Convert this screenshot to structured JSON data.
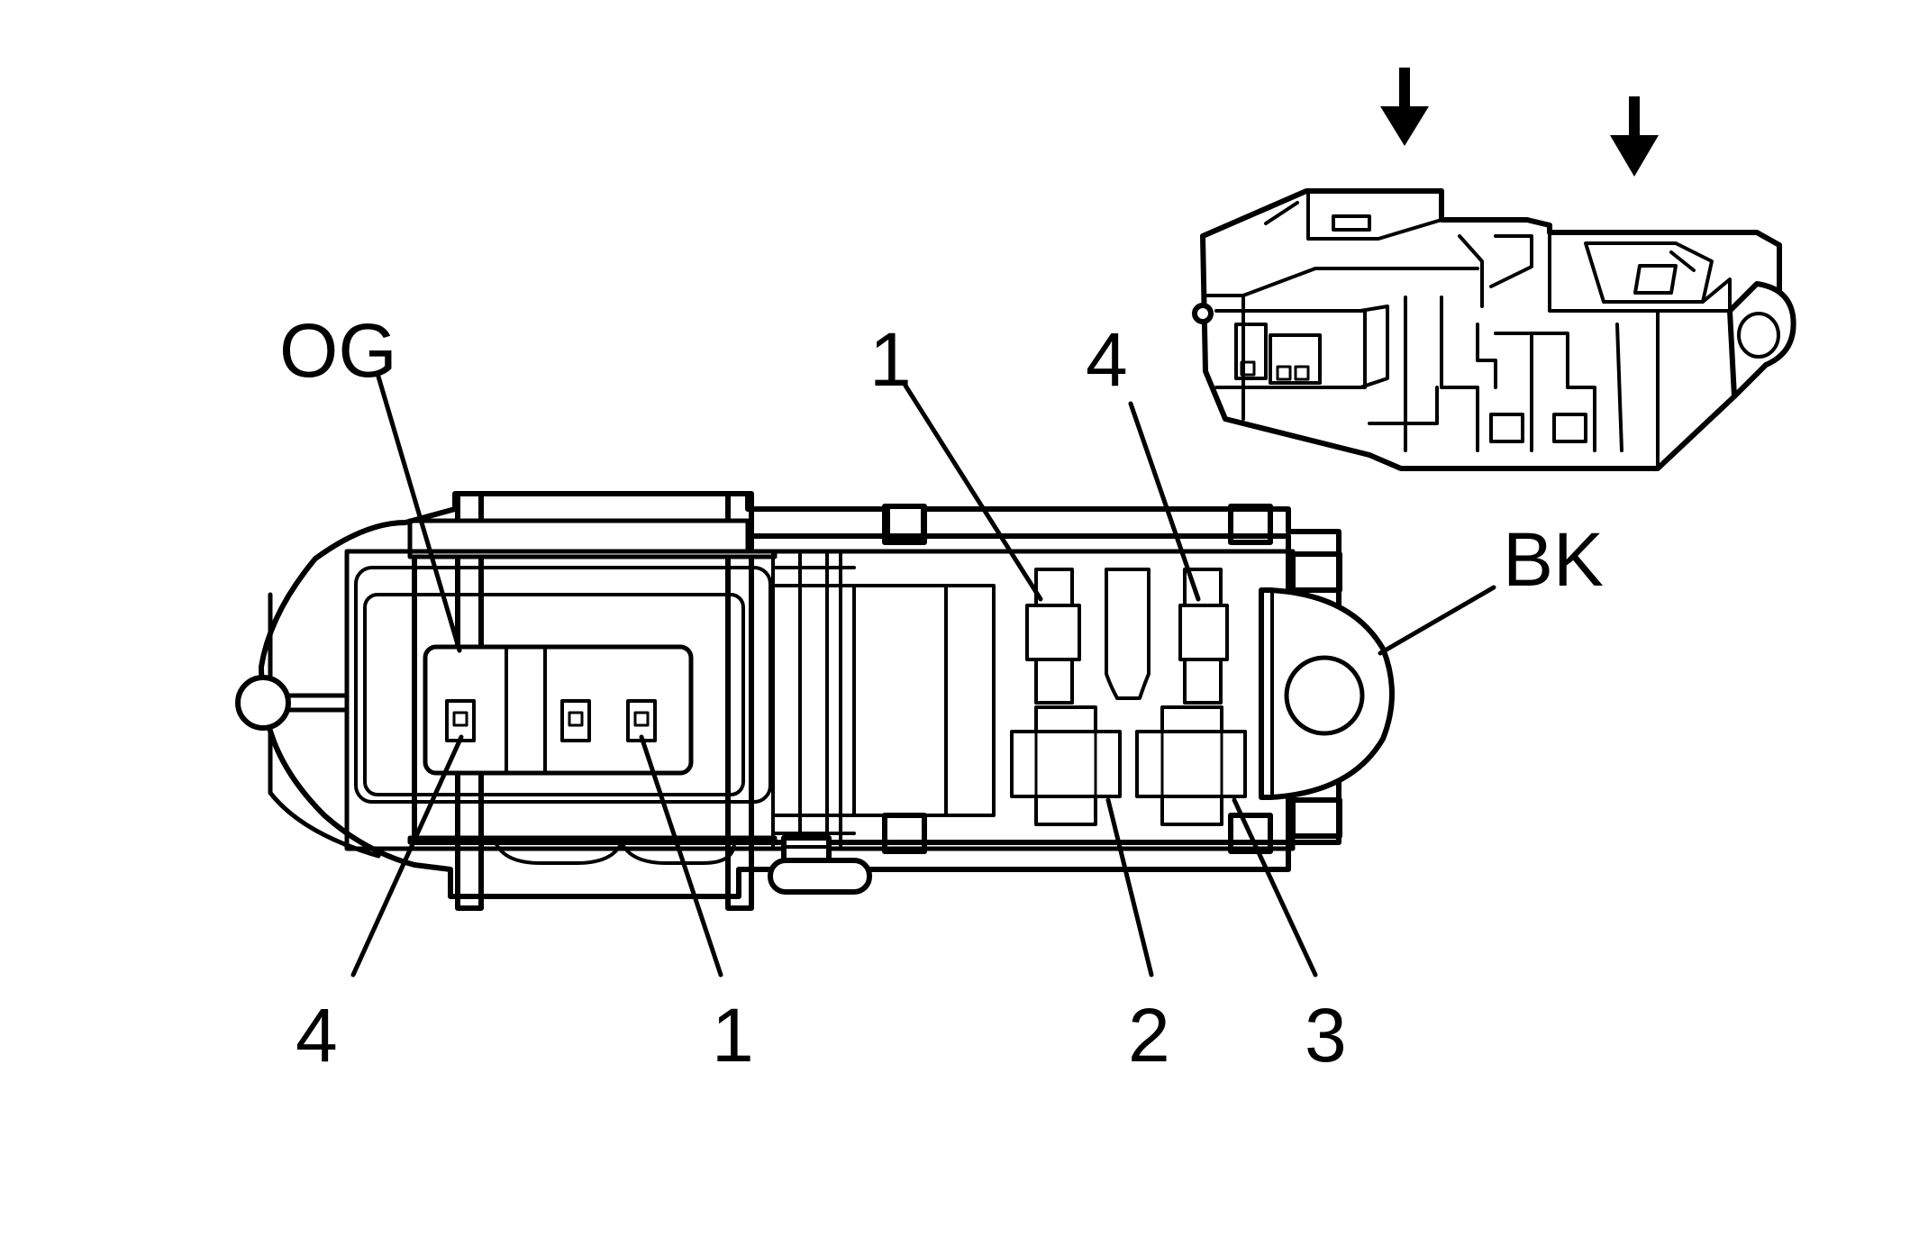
{
  "labels": {
    "og": "OG",
    "bk": "BK",
    "og_pin_left": "4",
    "og_pin_right": "1",
    "bk_pin_top_left": "1",
    "bk_pin_top_right": "4",
    "bk_pin_bottom_left": "2",
    "bk_pin_bottom_right": "3"
  },
  "colors": {
    "line": "#000000",
    "background": "#ffffff"
  },
  "icons": {
    "arrow_left": "arrow-down-icon",
    "arrow_right": "arrow-down-icon"
  }
}
